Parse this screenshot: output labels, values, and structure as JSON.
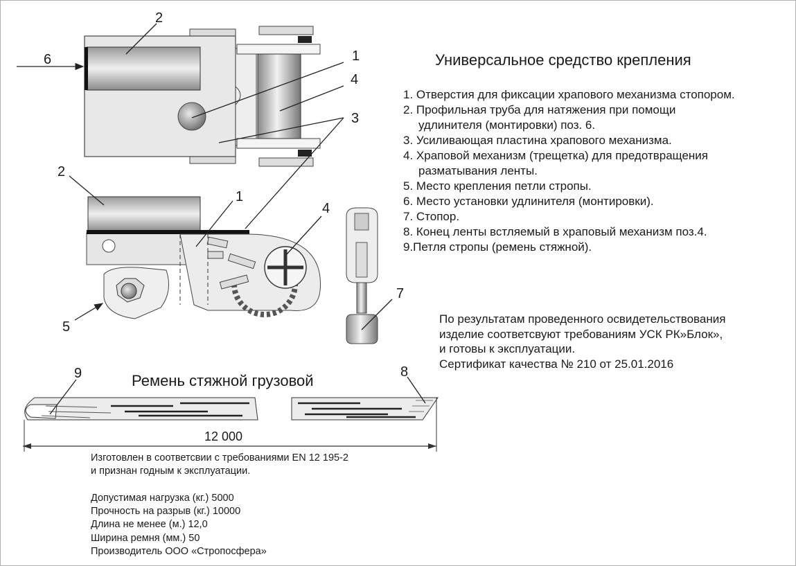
{
  "diagram": {
    "callouts": {
      "c1_top": "1",
      "c2_top": "2",
      "c3": "3",
      "c4_top": "4",
      "c6": "6",
      "c2_side": "2",
      "c1_side": "1",
      "c4_side": "4",
      "c5": "5",
      "c7": "7",
      "c9": "9",
      "c8": "8"
    }
  },
  "title": "Универсальное средство крепления",
  "legend": {
    "items": [
      {
        "line1": "1. Отверстия для фиксации храпового механизма стопором.",
        "line2": ""
      },
      {
        "line1": "2. Профильная труба для натяжения при помощи",
        "line2": "удлинителя (монтировки) поз. 6."
      },
      {
        "line1": "3. Усиливающая пластина храпового механизма.",
        "line2": ""
      },
      {
        "line1": "4. Храповой механизм (трещетка) для предотвращения",
        "line2": "разматывания ленты."
      },
      {
        "line1": "5. Место крепления петли стропы.",
        "line2": ""
      },
      {
        "line1": "6. Место установки удлинителя (монтировки).",
        "line2": ""
      },
      {
        "line1": "7. Стопор.",
        "line2": ""
      },
      {
        "line1": "8. Конец ленты встляемый в храповый механизм поз.4.",
        "line2": ""
      },
      {
        "line1": "9.Петля стропы (ремень стяжной).",
        "line2": ""
      }
    ]
  },
  "certificate": {
    "line1": "По результатам проведенного освидетельствования",
    "line2": "изделие  соответсвуют требованиям УСК РК»Блок»,",
    "line3": "и готовы к эксплуатации.",
    "line4": "Сертификат качества № 210 от 25.01.2016"
  },
  "belt": {
    "title": "Ремень стяжной грузовой",
    "length_label": "12 000"
  },
  "specs": {
    "line1": "Изготовлен в соответсвии с требованиями EN 12 195-2",
    "line2": "и признан годным к эксплуатации.",
    "load": "Допустимая нагрузка (кг.) 5000",
    "strength": "Прочность на разрыв (кг.) 10000",
    "length": "Длина не менее (м.) 12,0",
    "width": "Ширина ремня (мм.) 50",
    "maker": "Производитель ООО «Стропосфера»"
  }
}
